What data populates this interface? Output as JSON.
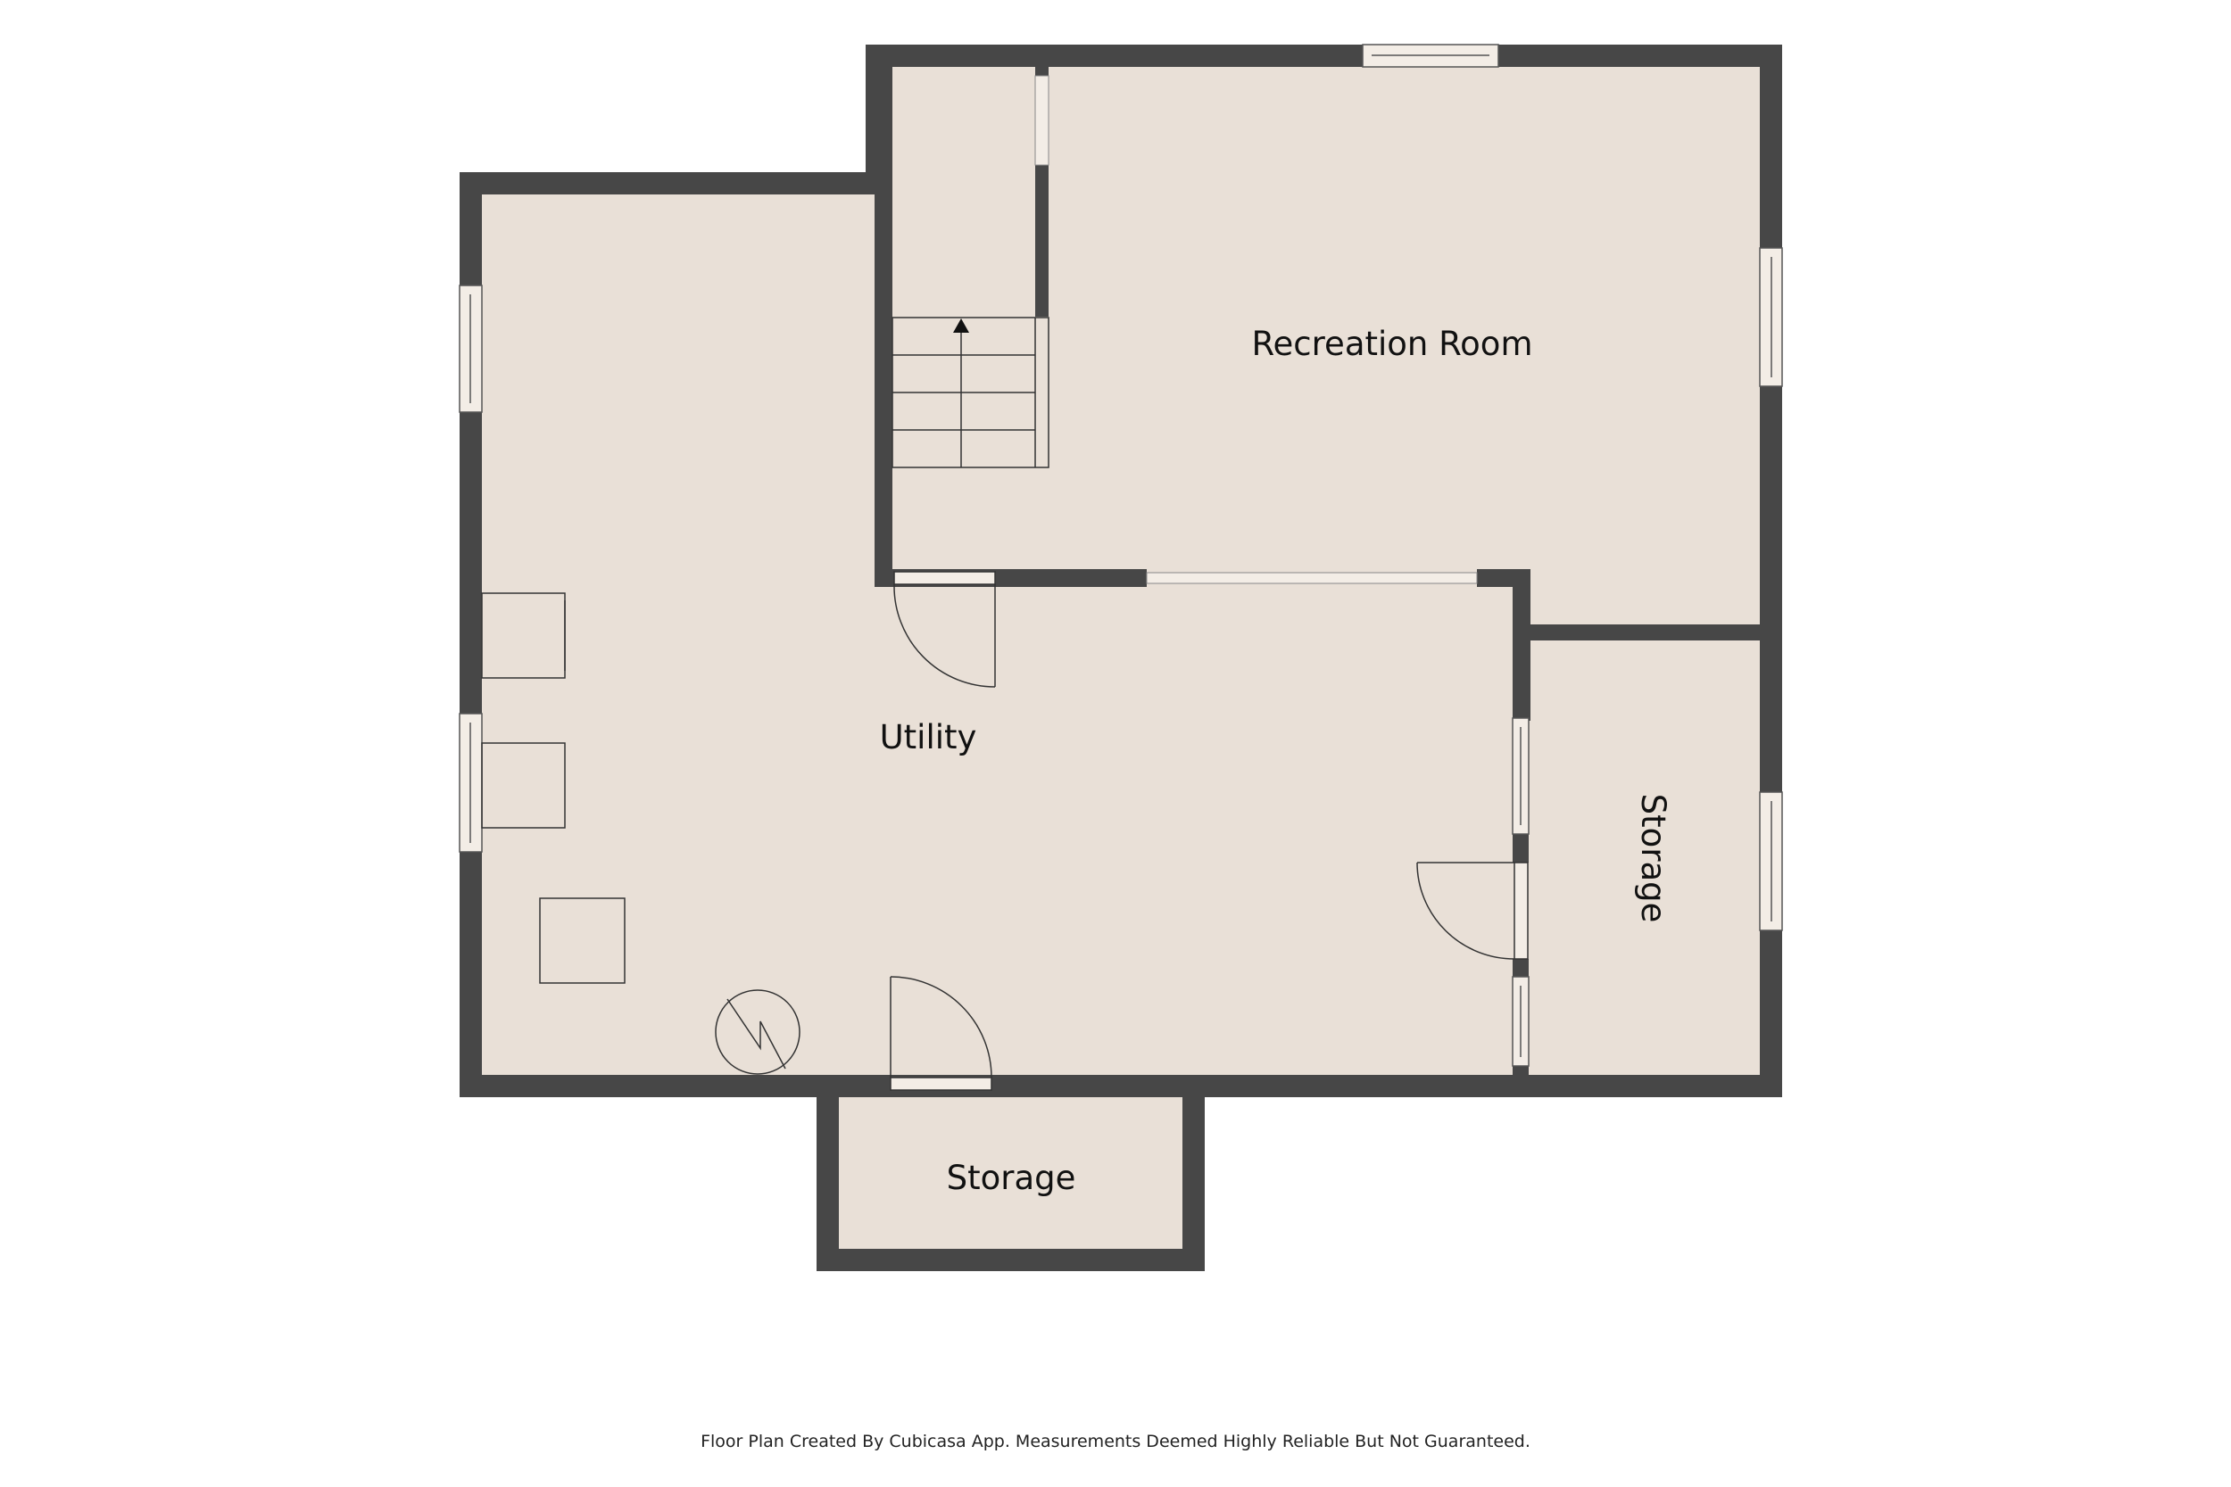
{
  "colors": {
    "wall": "#474747",
    "floor": "#e9e0d7",
    "window": "#f3ede6",
    "outline": "#333333",
    "background": "#ffffff"
  },
  "rooms": {
    "recreation_room": "Recreation Room",
    "utility": "Utility",
    "storage_right": "Storage",
    "storage_bottom": "Storage"
  },
  "stairs": {
    "direction": "up",
    "arrow_icon": "arrow-up-icon"
  },
  "fixtures": [
    "water-heater-icon",
    "appliance-box",
    "appliance-box",
    "appliance-box"
  ],
  "footer": {
    "note": "Floor Plan Created By Cubicasa App. Measurements Deemed Highly Reliable But Not Guaranteed."
  }
}
